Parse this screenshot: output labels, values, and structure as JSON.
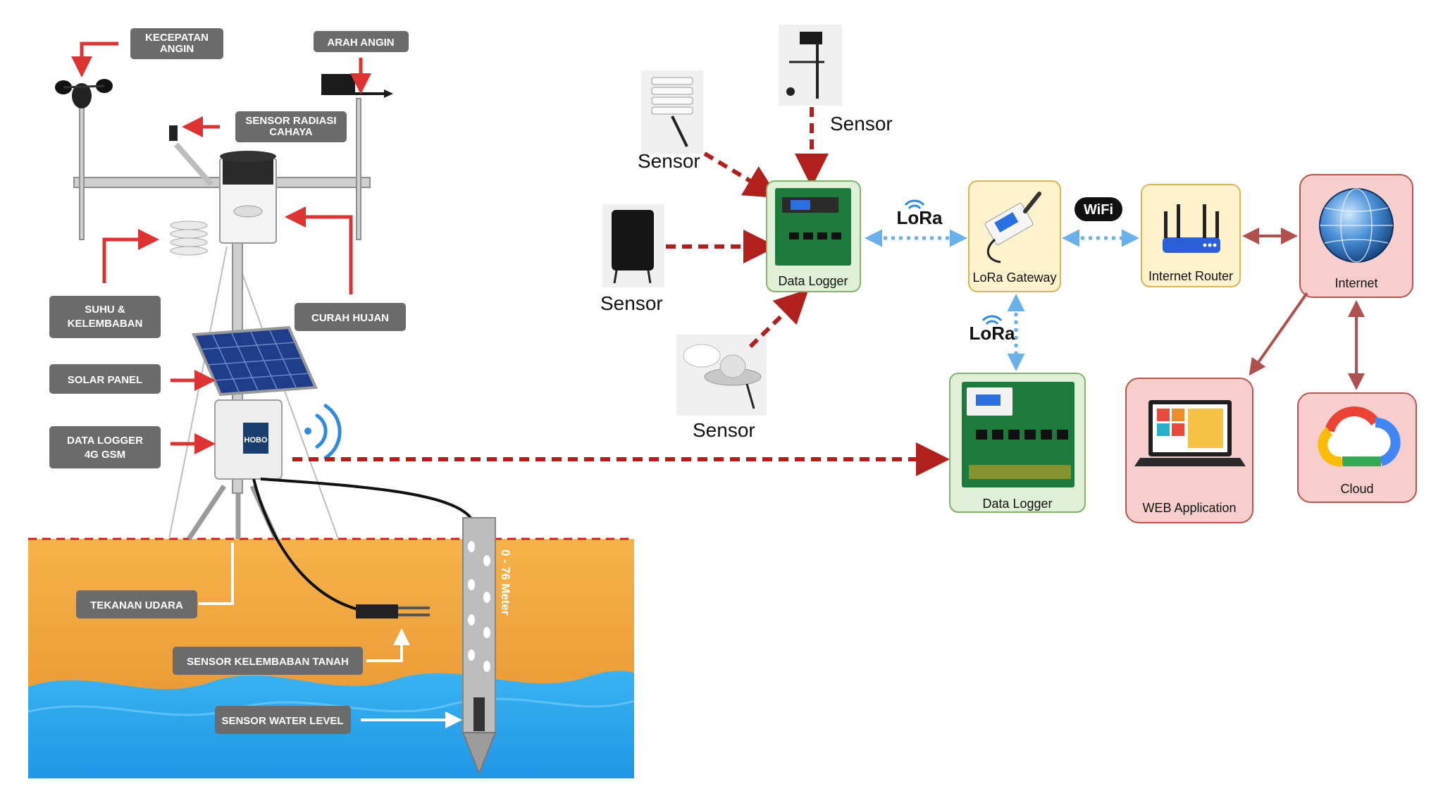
{
  "station_labels": {
    "wind_speed": "KECEPATAN\nANGIN",
    "wind_direction": "ARAH ANGIN",
    "solar_radiation": "SENSOR RADIASI\nCAHAYA",
    "temp_humidity": "SUHU &\nKELEMBABAN",
    "rainfall": "CURAH HUJAN",
    "solar_panel": "SOLAR PANEL",
    "data_logger": "DATA LOGGER\n4G GSM",
    "air_pressure": "TEKANAN UDARA",
    "soil_moisture": "SENSOR KELEMBABAN TANAH",
    "water_level": "SENSOR WATER LEVEL",
    "depth": "0 - 76 Meter",
    "logger_brand": "HOBO"
  },
  "network": {
    "sensor_top": "Sensor",
    "sensor_upper_left": "Sensor",
    "sensor_left": "Sensor",
    "sensor_bottom": "Sensor",
    "data_logger_1": "Data Logger",
    "data_logger_2": "Data Logger",
    "lora_1": "LoRa",
    "lora_2": "LoRa",
    "wifi": "WiFi",
    "lora_gateway": "LoRa Gateway",
    "internet_router": "Internet Router",
    "internet": "Internet",
    "web_app": "WEB Application",
    "cloud": "Cloud"
  },
  "colors": {
    "dashed_arrow": "#b2201e",
    "wireless_link": "#6ab0ea",
    "internet_link": "#b0504e",
    "logger_node_bg": "#dff0d6",
    "logger_node_border": "#82b366",
    "gateway_node_bg": "#fff2cc",
    "gateway_node_border": "#d6b656",
    "cloud_node_bg": "#f8cecc",
    "cloud_node_border": "#b85450",
    "soil": "#f0a13c",
    "water": "#29a6ee"
  },
  "icons": [
    "wifi-signal-icon",
    "wifi-logo-icon",
    "router-icon",
    "globe-icon",
    "laptop-icon",
    "google-cloud-icon"
  ]
}
